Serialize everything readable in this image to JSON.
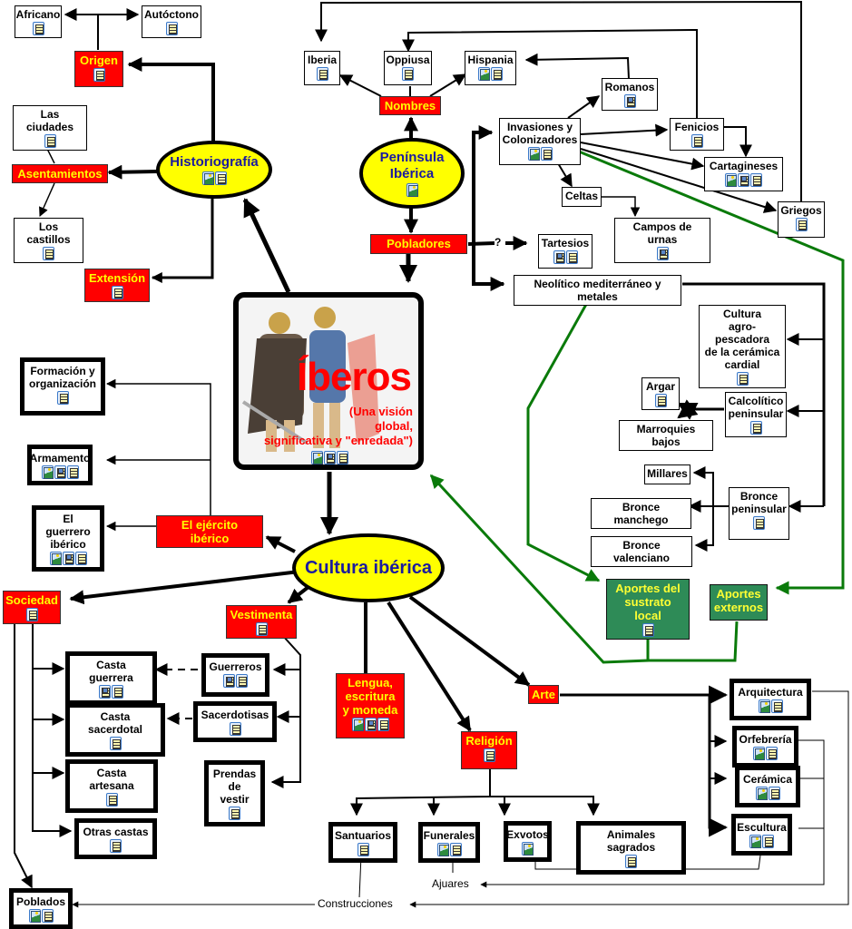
{
  "map_title": "Íberos",
  "colors": {
    "red_node": "#ff0000",
    "red_node_text": "#ffff00",
    "oval_fill": "#ffff00",
    "oval_text": "#1a1aa0",
    "green_node": "#2e8b57",
    "green_link": "#0a7a0a",
    "link": "#000000"
  },
  "central": {
    "title": "Íberos",
    "subtitle": "(Una visión\nglobal,\nsignificativa y \"enredada\")",
    "icons": [
      "image-icon",
      "web-page-icon",
      "text-doc-icon"
    ]
  },
  "nodes": [
    {
      "id": "africano",
      "label": "Africano",
      "style": "plain",
      "icons": [
        "doc"
      ]
    },
    {
      "id": "autoctono",
      "label": "Autóctono",
      "style": "plain",
      "icons": [
        "doc"
      ]
    },
    {
      "id": "origen",
      "label": "Origen",
      "style": "red",
      "icons": [
        "doc"
      ]
    },
    {
      "id": "las-ciudades",
      "label": "Las ciudades",
      "style": "plain",
      "icons": [
        "doc"
      ]
    },
    {
      "id": "asentamientos",
      "label": "Asentamientos",
      "style": "red",
      "icons": []
    },
    {
      "id": "historiografia",
      "label": "Historiografía",
      "style": "oval",
      "icons": [
        "img",
        "doc"
      ]
    },
    {
      "id": "los-castillos",
      "label": "Los castillos",
      "style": "plain",
      "icons": [
        "doc"
      ]
    },
    {
      "id": "extension",
      "label": "Extensión",
      "style": "red",
      "icons": [
        "doc"
      ]
    },
    {
      "id": "iberia",
      "label": "Iberia",
      "style": "plain",
      "icons": [
        "doc"
      ]
    },
    {
      "id": "oppiusa",
      "label": "Oppiusa",
      "style": "plain",
      "icons": [
        "doc"
      ]
    },
    {
      "id": "hispania",
      "label": "Hispania",
      "style": "plain",
      "icons": [
        "img",
        "doc"
      ]
    },
    {
      "id": "nombres",
      "label": "Nombres",
      "style": "red",
      "icons": []
    },
    {
      "id": "peninsula-iberica",
      "label": "Península\nIbérica",
      "style": "oval",
      "icons": [
        "img"
      ]
    },
    {
      "id": "pobladores",
      "label": "Pobladores",
      "style": "red",
      "icons": []
    },
    {
      "id": "romanos",
      "label": "Romanos",
      "style": "plain",
      "icons": [
        "web"
      ]
    },
    {
      "id": "invasiones",
      "label": "Invasiones y\nColonizadores",
      "style": "plain",
      "icons": [
        "img",
        "doc"
      ]
    },
    {
      "id": "fenicios",
      "label": "Fenicios",
      "style": "plain",
      "icons": [
        "doc"
      ]
    },
    {
      "id": "cartagineses",
      "label": "Cartagineses",
      "style": "plain",
      "icons": [
        "img",
        "web",
        "doc"
      ]
    },
    {
      "id": "celtas",
      "label": "Celtas",
      "style": "plain",
      "icons": []
    },
    {
      "id": "griegos",
      "label": "Griegos",
      "style": "plain",
      "icons": [
        "doc"
      ]
    },
    {
      "id": "campos-de-urnas",
      "label": "Campos de urnas",
      "style": "plain",
      "icons": [
        "web"
      ]
    },
    {
      "id": "tartesios",
      "label": "Tartesios",
      "style": "plain",
      "icons": [
        "web",
        "doc"
      ]
    },
    {
      "id": "neolitico",
      "label": "Neolítico mediterráneo y metales",
      "style": "plain",
      "icons": []
    },
    {
      "id": "cultura-agro",
      "label": "Cultura\nagro-pescadora\nde la cerámica\ncardial",
      "style": "plain",
      "icons": [
        "doc"
      ]
    },
    {
      "id": "argar",
      "label": "Argar",
      "style": "plain",
      "icons": [
        "doc"
      ]
    },
    {
      "id": "calcolitico",
      "label": "Calcolítico\npeninsular",
      "style": "plain",
      "icons": [
        "doc"
      ]
    },
    {
      "id": "marroquies",
      "label": "Marroquies bajos",
      "style": "plain",
      "icons": []
    },
    {
      "id": "millares",
      "label": "Millares",
      "style": "plain",
      "icons": []
    },
    {
      "id": "bronce-manchego",
      "label": "Bronce manchego",
      "style": "plain",
      "icons": []
    },
    {
      "id": "bronce-peninsular",
      "label": "Bronce\npeninsular",
      "style": "plain",
      "icons": [
        "doc"
      ]
    },
    {
      "id": "bronce-valenciano",
      "label": "Bronce valenciano",
      "style": "plain",
      "icons": []
    },
    {
      "id": "formacion",
      "label": "Formación y\norganización",
      "style": "thick",
      "icons": [
        "doc"
      ]
    },
    {
      "id": "armamento",
      "label": "Armamento",
      "style": "thick",
      "icons": [
        "img",
        "web",
        "doc"
      ]
    },
    {
      "id": "guerrero-iberico",
      "label": "El guerrero\nibérico",
      "style": "thick",
      "icons": [
        "img",
        "web",
        "doc"
      ]
    },
    {
      "id": "ejercito",
      "label": "El ejército ibérico",
      "style": "red",
      "icons": []
    },
    {
      "id": "cultura-iberica",
      "label": "Cultura ibérica",
      "style": "oval big",
      "icons": []
    },
    {
      "id": "aportes-local",
      "label": "Aportes del\nsustrato local",
      "style": "green",
      "icons": [
        "doc"
      ]
    },
    {
      "id": "aportes-externos",
      "label": "Aportes\nexternos",
      "style": "green",
      "icons": []
    },
    {
      "id": "sociedad",
      "label": "Sociedad",
      "style": "red",
      "icons": [
        "doc"
      ]
    },
    {
      "id": "vestimenta",
      "label": "Vestimenta",
      "style": "red",
      "icons": [
        "doc"
      ]
    },
    {
      "id": "casta-guerrera",
      "label": "Casta guerrera",
      "style": "thick",
      "icons": [
        "web",
        "doc"
      ]
    },
    {
      "id": "guerreros",
      "label": "Guerreros",
      "style": "thick",
      "icons": [
        "web",
        "doc"
      ]
    },
    {
      "id": "casta-sacerdotal",
      "label": "Casta sacerdotal",
      "style": "thick",
      "icons": [
        "doc"
      ]
    },
    {
      "id": "sacerdotisas",
      "label": "Sacerdotisas",
      "style": "thick",
      "icons": [
        "doc"
      ]
    },
    {
      "id": "casta-artesana",
      "label": "Casta artesana",
      "style": "thick",
      "icons": [
        "doc"
      ]
    },
    {
      "id": "prendas",
      "label": "Prendas\nde vestir",
      "style": "thick",
      "icons": [
        "doc"
      ]
    },
    {
      "id": "otras-castas",
      "label": "Otras castas",
      "style": "thick",
      "icons": [
        "doc"
      ]
    },
    {
      "id": "poblados",
      "label": "Poblados",
      "style": "thick",
      "icons": [
        "img",
        "doc"
      ]
    },
    {
      "id": "lengua",
      "label": "Lengua,\nescritura\ny moneda",
      "style": "red",
      "icons": [
        "img",
        "web",
        "doc"
      ]
    },
    {
      "id": "religion",
      "label": "Religión",
      "style": "red",
      "icons": [
        "doc"
      ]
    },
    {
      "id": "arte",
      "label": "Arte",
      "style": "red",
      "icons": []
    },
    {
      "id": "arquitectura",
      "label": "Arquitectura",
      "style": "thick",
      "icons": [
        "img",
        "doc"
      ]
    },
    {
      "id": "orfebreria",
      "label": "Orfebrería",
      "style": "thick",
      "icons": [
        "img",
        "doc"
      ]
    },
    {
      "id": "ceramica",
      "label": "Cerámica",
      "style": "thick",
      "icons": [
        "img",
        "doc"
      ]
    },
    {
      "id": "escultura",
      "label": "Escultura",
      "style": "thick",
      "icons": [
        "img",
        "doc"
      ]
    },
    {
      "id": "santuarios",
      "label": "Santuarios",
      "style": "thick",
      "icons": [
        "doc"
      ]
    },
    {
      "id": "funerales",
      "label": "Funerales",
      "style": "thick",
      "icons": [
        "img",
        "doc"
      ]
    },
    {
      "id": "exvotos",
      "label": "Exvotos",
      "style": "thick",
      "icons": [
        "img"
      ]
    },
    {
      "id": "animales-sagrados",
      "label": "Animales sagrados",
      "style": "thick",
      "icons": [
        "doc"
      ]
    }
  ],
  "link_labels": {
    "question": "?",
    "ajuares": "Ajuares",
    "construcciones": "Construcciones"
  }
}
